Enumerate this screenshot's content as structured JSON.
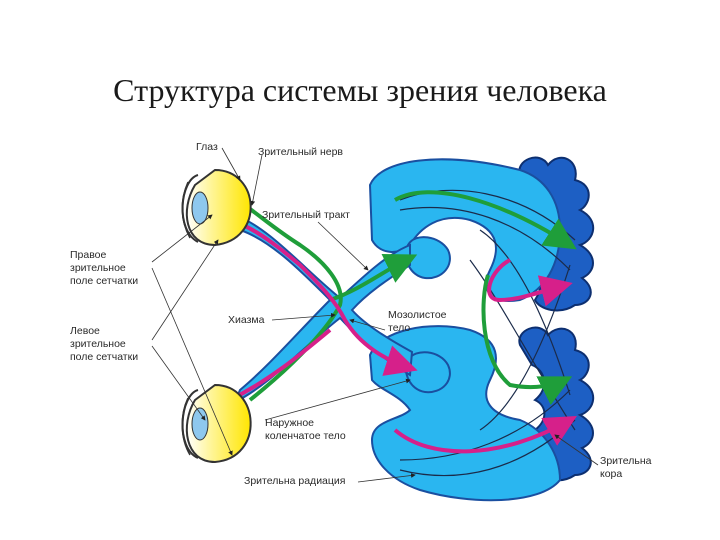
{
  "title": "Структура системы зрения человека",
  "labels": {
    "eye": "Глаз",
    "optic_nerve": "Зрительный нерв",
    "optic_tract": "Зрительный тракт",
    "right_field": [
      "Правое",
      "зрительное",
      "поле сетчатки"
    ],
    "left_field": [
      "Левое",
      "зрительное",
      "поле сетчатки"
    ],
    "chiasm": "Хиазма",
    "corpus_callosum": [
      "Мозолистое",
      "тело"
    ],
    "lgn": [
      "Наружное",
      "коленчатое тело"
    ],
    "optic_radiation": "Зрительна радиация",
    "visual_cortex": [
      "Зрительна",
      "кора"
    ]
  },
  "colors": {
    "pathway_blue": "#2ab6f0",
    "outline": "#1a4fa0",
    "cortex_blue": "#1d5fc4",
    "green_fiber": "#1f9e3a",
    "magenta_fiber": "#d6208a",
    "eye_yellow": "#ffee44",
    "lens_blue": "#8ec8ee"
  }
}
